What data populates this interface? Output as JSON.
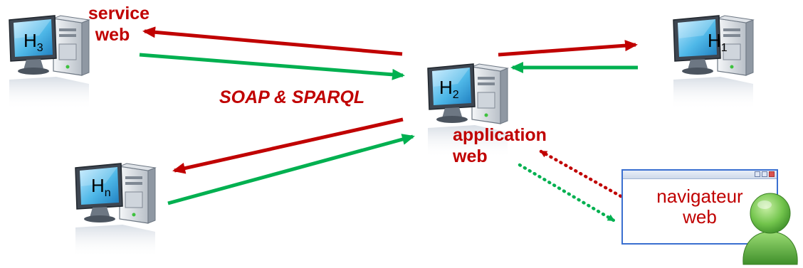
{
  "hosts": [
    {
      "id": "h3",
      "letter": "H",
      "sub": "3"
    },
    {
      "id": "h2",
      "letter": "H",
      "sub": "2"
    },
    {
      "id": "h1",
      "letter": "H",
      "sub": "1"
    },
    {
      "id": "hn",
      "letter": "H",
      "sub": "n"
    }
  ],
  "labels": {
    "service_line1": "service",
    "service_line2": "web",
    "protocol": "SOAP & SPARQL",
    "application_line1": "application",
    "application_line2": "web"
  },
  "browser": {
    "line1": "navigateur",
    "line2": "web"
  },
  "colors": {
    "request": "#c00000",
    "response": "#00b050",
    "label": "#c00000",
    "screen": "#4fb8e8",
    "user": "#6cc04a"
  },
  "icons": {
    "host": "desktop-computer-icon",
    "user": "user-icon"
  }
}
